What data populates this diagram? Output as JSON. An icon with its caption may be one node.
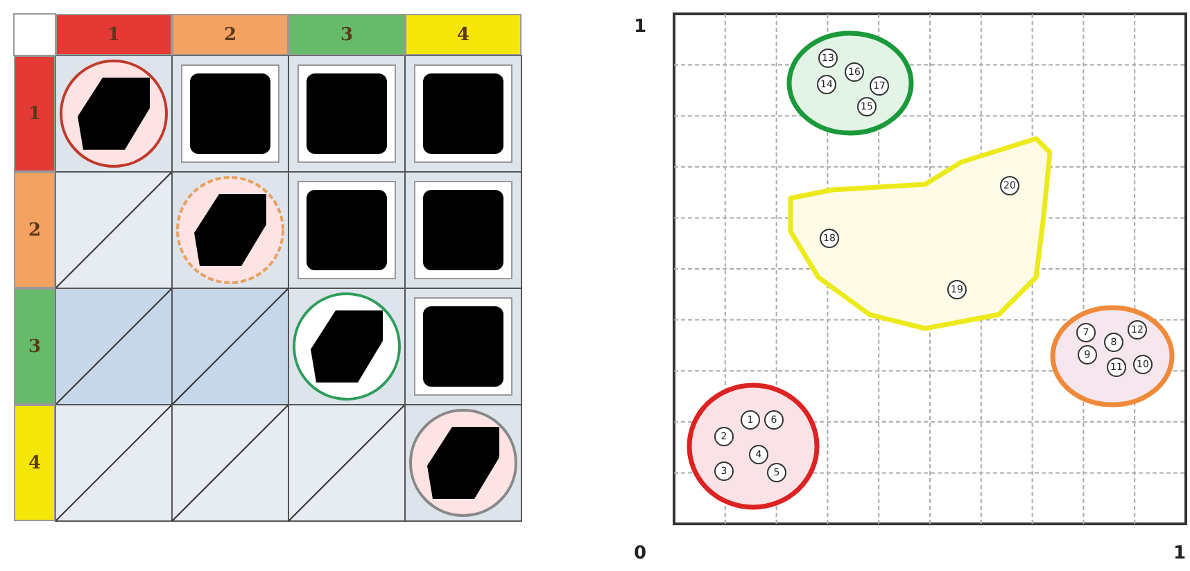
{
  "diagram": {
    "nodes": [
      {
        "text": [],
        "shape": "circle"
      },
      {
        "text": [
          "13"
        ],
        "in": 0
      },
      {
        "text": [
          "16"
        ],
        "in": 0
      },
      {
        "text": [
          "14"
        ],
        "in": 0
      },
      {
        "text": [
          "17"
        ],
        "in": 0
      },
      {
        "text": [
          "15"
        ],
        "in": 0
      },
      {
        "text": [],
        "shape": "cloud"
      },
      {
        "text": [
          "20"
        ],
        "in": 6
      },
      {
        "text": [
          "18"
        ],
        "in": 6
      },
      {
        "text": [
          "19"
        ],
        "in": 6
      },
      {
        "text": [],
        "shape": "circle"
      },
      {
        "text": [
          "7"
        ],
        "in": 10
      },
      {
        "text": [
          "12"
        ],
        "in": 10
      },
      {
        "text": [
          "8"
        ],
        "in": 10
      },
      {
        "text": [
          "9"
        ],
        "in": 10
      },
      {
        "text": [
          "11"
        ],
        "in": 10
      },
      {
        "text": [
          "10"
        ],
        "in": 10
      },
      {
        "text": [],
        "shape": "circle"
      },
      {
        "text": [
          "1"
        ],
        "in": 17
      },
      {
        "text": [
          "6"
        ],
        "in": 17
      },
      {
        "text": [
          "2"
        ],
        "in": 17
      },
      {
        "text": [
          "4"
        ],
        "in": 17
      },
      {
        "text": [
          "3"
        ],
        "in": 17
      },
      {
        "text": [
          "5"
        ],
        "in": 17
      }
    ],
    "labels": [
      "1",
      "2",
      "3",
      "4",
      "1",
      "2",
      "3",
      "4",
      "1",
      "0",
      "1"
    ]
  }
}
